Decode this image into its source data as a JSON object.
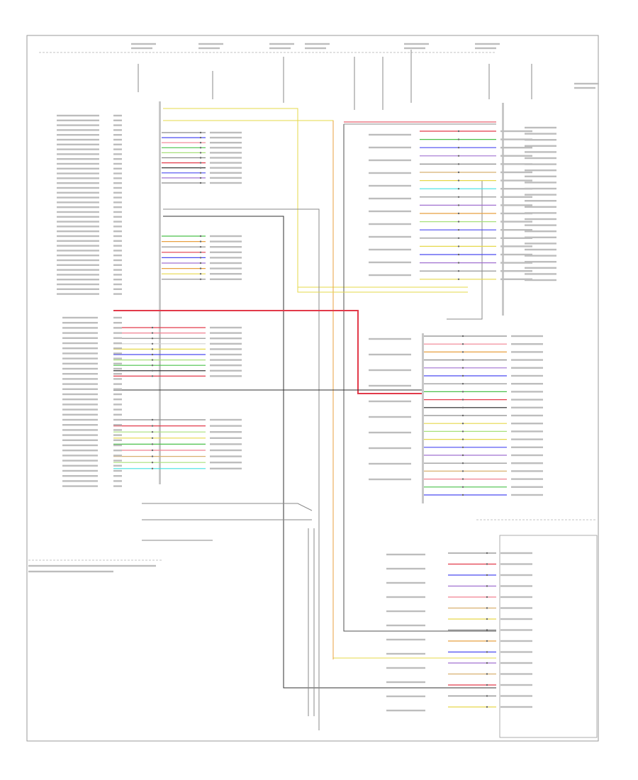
{
  "page_id": "",
  "colors": {
    "frame": "#9a9a9a",
    "red": "#e23a4a",
    "pink": "#f08090",
    "yellow": "#e6d84a",
    "blue": "#4a4af0",
    "green": "#4ac04a",
    "lightgreen": "#a8e07a",
    "cyan": "#40e0e0",
    "purple": "#a070d0",
    "orange": "#e8a040",
    "tan": "#d8b070",
    "gray": "#8a8a8a",
    "black": "#202020",
    "white_wire": "#d0d0d0"
  },
  "wire_color_sequence": [
    "black",
    "white_wire",
    "blue",
    "pink",
    "gray",
    "green",
    "lightgreen",
    "purple",
    "red",
    "black",
    "blue"
  ],
  "left_bundle_top_colors": [
    "gray",
    "blue",
    "pink",
    "green",
    "lightgreen",
    "gray",
    "red",
    "black",
    "blue",
    "purple",
    "gray"
  ],
  "left_bundle_mid_colors": [
    "green",
    "orange",
    "gray",
    "red",
    "blue",
    "purple",
    "orange",
    "yellow",
    "gray"
  ],
  "left_bundle_low_colors": [
    "red",
    "pink",
    "gray",
    "white_wire",
    "yellow",
    "blue",
    "lightgreen",
    "green",
    "black",
    "red"
  ],
  "left_bundle_bottom_colors": [
    "gray",
    "red",
    "lightgreen",
    "yellow",
    "green",
    "pink",
    "tan",
    "lightgreen",
    "cyan"
  ],
  "right_upper_colors": [
    "red",
    "green",
    "blue",
    "purple",
    "gray",
    "tan",
    "yellow",
    "cyan",
    "gray",
    "purple",
    "orange",
    "lightgreen",
    "blue",
    "gray",
    "yellow",
    "blue",
    "purple",
    "gray",
    "yellow"
  ],
  "right_mid_colors": [
    "gray",
    "pink",
    "orange",
    "gray",
    "purple",
    "blue",
    "gray",
    "green",
    "red",
    "black",
    "gray",
    "yellow",
    "lightgreen",
    "yellow",
    "blue",
    "purple",
    "gray",
    "tan",
    "pink",
    "green",
    "blue"
  ],
  "bottom_right_colors": [
    "gray",
    "red",
    "blue",
    "purple",
    "pink",
    "tan",
    "yellow",
    "gray",
    "orange",
    "blue",
    "purple",
    "tan",
    "red",
    "gray",
    "yellow"
  ]
}
